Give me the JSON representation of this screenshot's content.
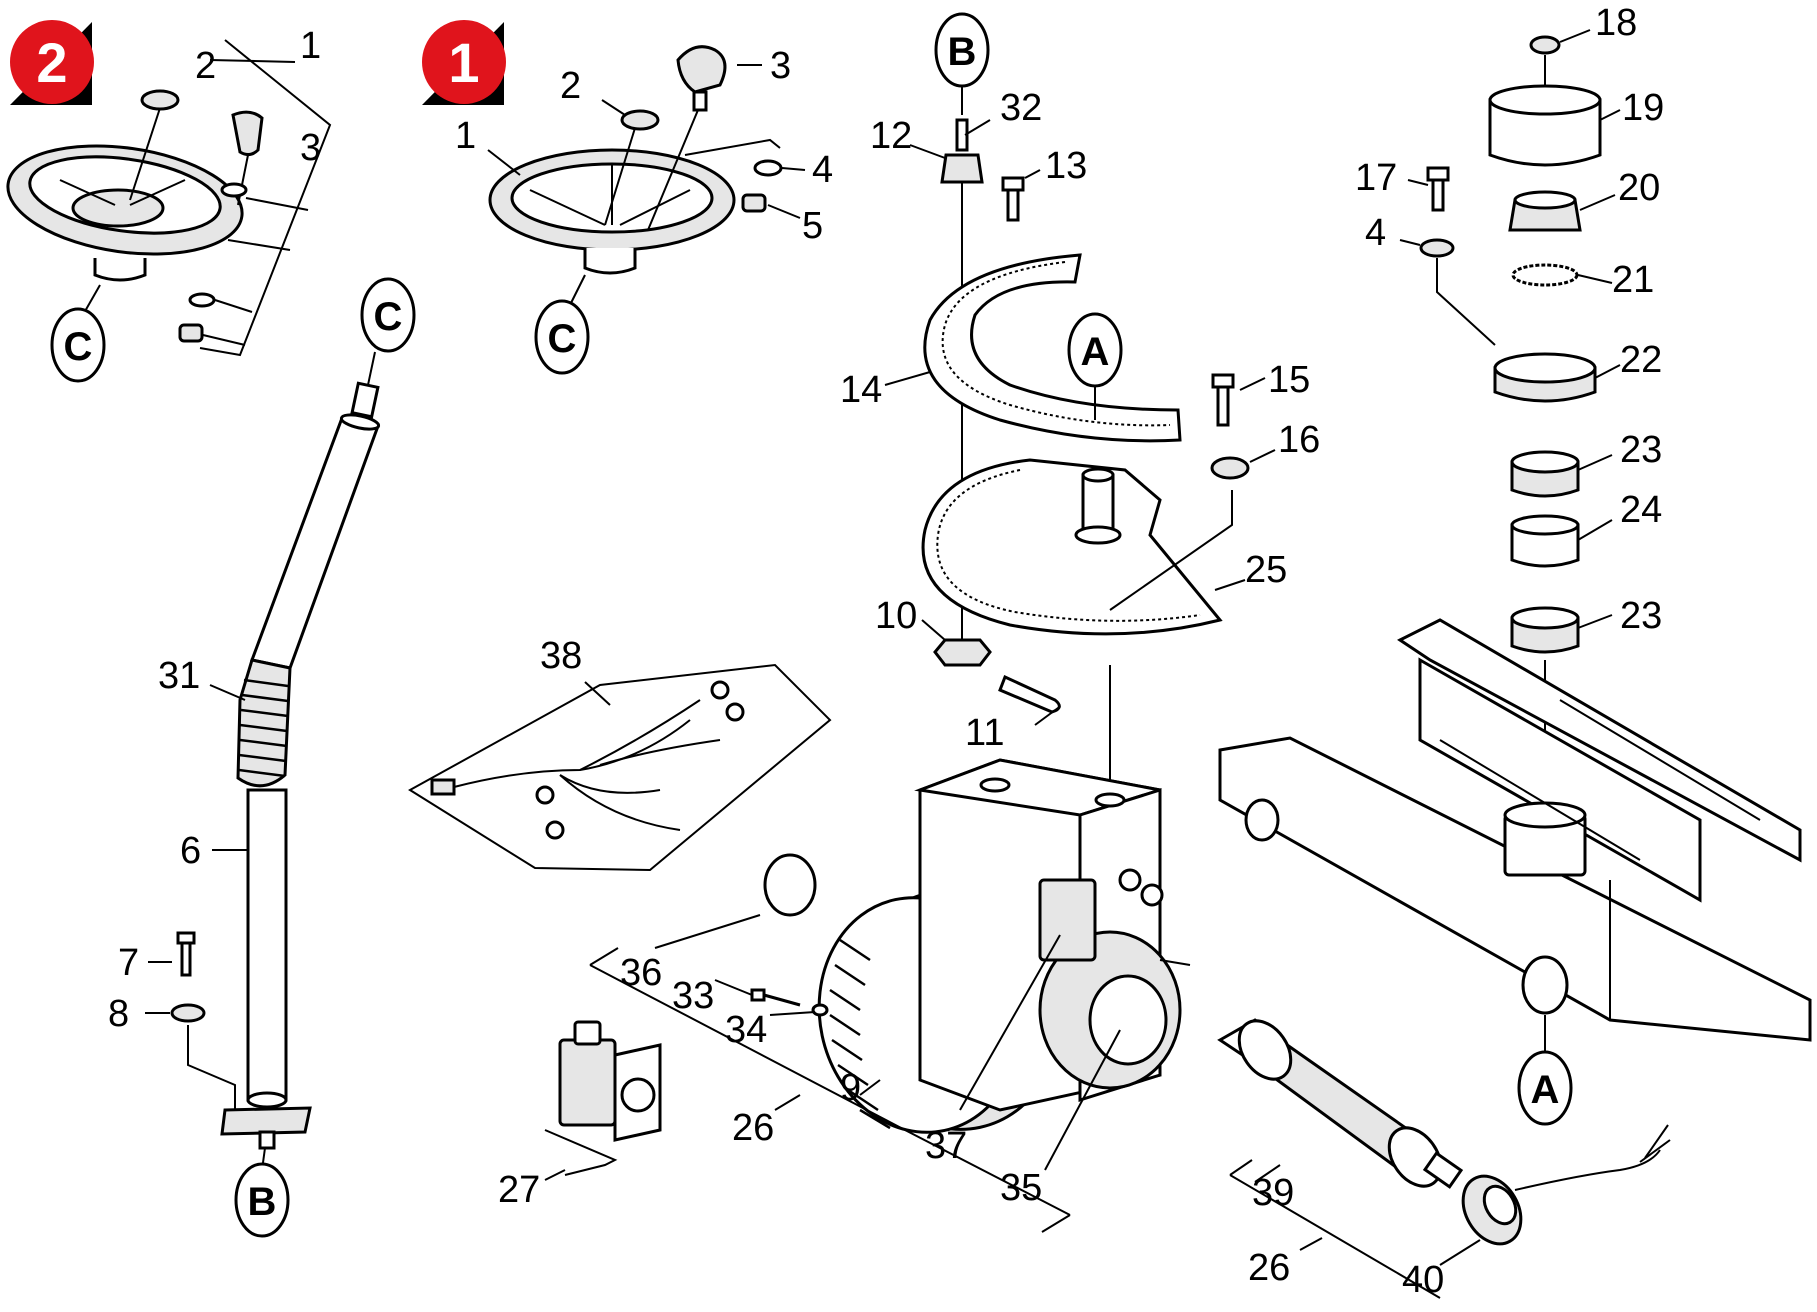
{
  "variants": [
    {
      "number": "2",
      "color": "#e0141c",
      "shadow": "#000000"
    },
    {
      "number": "1",
      "color": "#e0141c",
      "shadow": "#000000"
    }
  ],
  "refs": {
    "A": "A",
    "B": "B",
    "C": "C"
  },
  "parts": {
    "v2_1": "1",
    "v2_2": "2",
    "v2_3": "3",
    "p1": "1",
    "p2": "2",
    "p3": "3",
    "p4": "4",
    "p5": "5",
    "p6": "6",
    "p7": "7",
    "p8": "8",
    "p9": "9",
    "p10": "10",
    "p11": "11",
    "p12": "12",
    "p13": "13",
    "p14": "14",
    "p15": "15",
    "p16": "16",
    "p17": "17",
    "p4b": "4",
    "p18": "18",
    "p19": "19",
    "p20": "20",
    "p21": "21",
    "p22": "22",
    "p23a": "23",
    "p24": "24",
    "p23b": "23",
    "p25": "25",
    "p26a": "26",
    "p26b": "26",
    "p27": "27",
    "p31": "31",
    "p32": "32",
    "p33": "33",
    "p34": "34",
    "p35": "35",
    "p36": "36",
    "p37": "37",
    "p38": "38",
    "p39": "39",
    "p40": "40"
  }
}
